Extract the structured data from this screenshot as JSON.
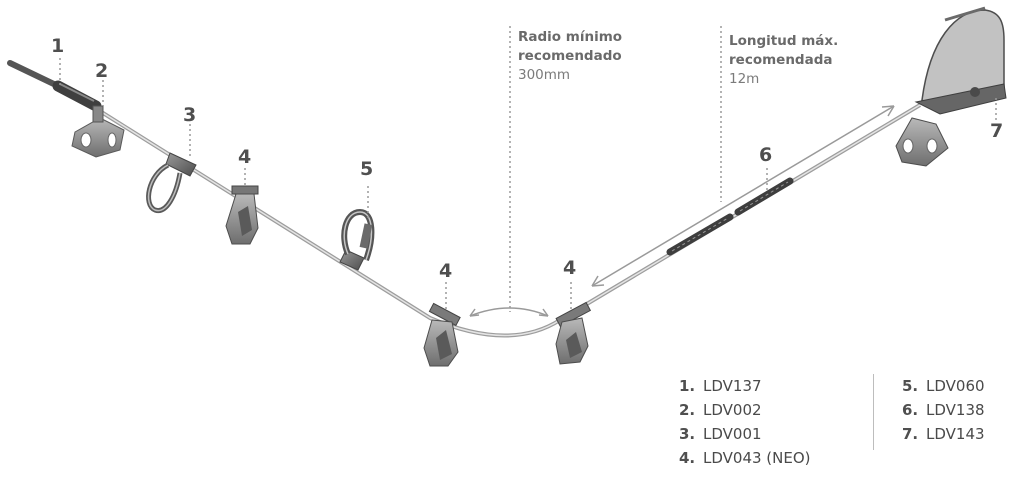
{
  "callouts": [
    {
      "label": "1"
    },
    {
      "label": "2"
    },
    {
      "label": "3"
    },
    {
      "label": "4"
    },
    {
      "label": "5"
    },
    {
      "label": "4"
    },
    {
      "label": "4"
    },
    {
      "label": "6"
    },
    {
      "label": "7"
    }
  ],
  "notes": {
    "radius": {
      "line1": "Radio mínimo",
      "line2": "recomendado",
      "value": "300mm"
    },
    "length": {
      "line1": "Longitud máx.",
      "line2": "recomendada",
      "value": "12m"
    }
  },
  "legend": {
    "left": [
      {
        "num": "1.",
        "code": "LDV137"
      },
      {
        "num": "2.",
        "code": "LDV002"
      },
      {
        "num": "3.",
        "code": "LDV001"
      },
      {
        "num": "4.",
        "code": "LDV043 (NEO)"
      }
    ],
    "right": [
      {
        "num": "5.",
        "code": "LDV060"
      },
      {
        "num": "6.",
        "code": "LDV138"
      },
      {
        "num": "7.",
        "code": "LDV143"
      }
    ]
  },
  "colors": {
    "metal": "#8e8e8e",
    "dark_metal": "#5f5f5f",
    "cable": "#b8b8b8",
    "accent": "#4a4a4a"
  },
  "icons": [
    "cable-icon",
    "anchor-bracket-icon",
    "carabiner-icon",
    "tensioner-icon",
    "energy-absorber-icon"
  ]
}
